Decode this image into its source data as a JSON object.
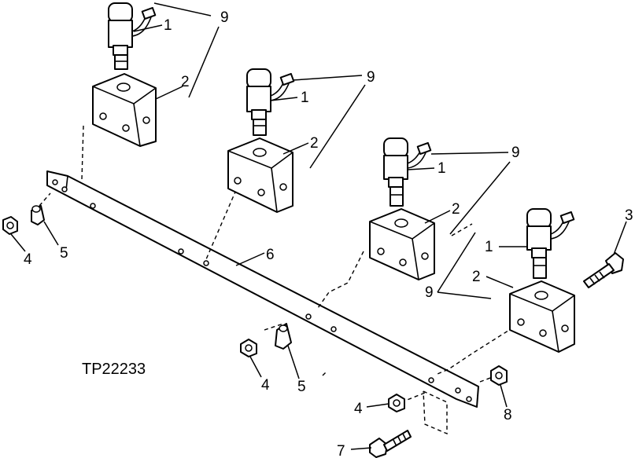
{
  "figure": {
    "id_label": "TP22233",
    "callouts": {
      "solenoid": "1",
      "valve_block": "2",
      "bolt_top": "3",
      "nut": "4",
      "clamp": "5",
      "bar": "6",
      "bolt_bottom": "7",
      "nut_bottom": "8",
      "assembly": "9"
    }
  }
}
